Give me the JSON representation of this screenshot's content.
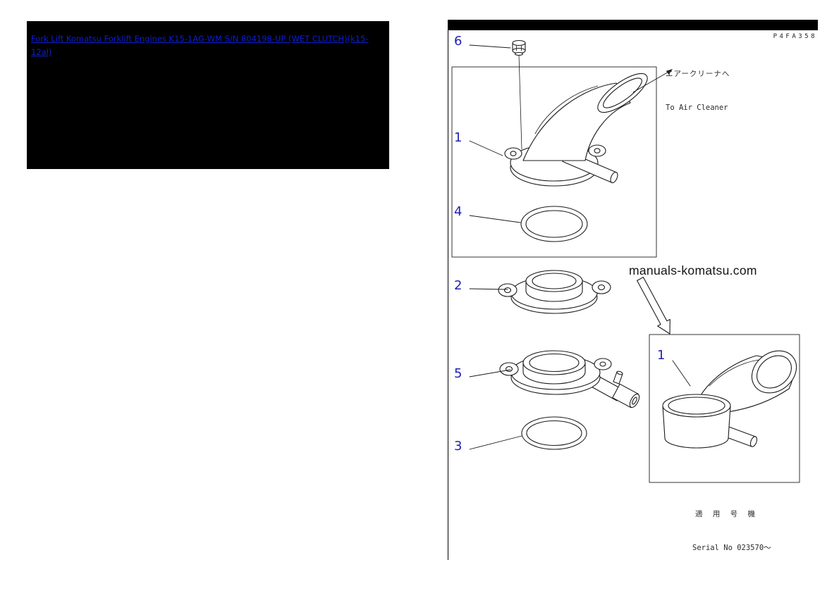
{
  "colors": {
    "link_blue": "#0f1ecf",
    "callout_blue": "#1f1fb4",
    "line_black": "#1a1a1a"
  },
  "header": {
    "title_link": "Fork Lift Komatsu Forklift Engines K15-1AG-WM S/N 804198-UP (WET CLUTCH)(k15-12al)"
  },
  "diagram": {
    "page_code": "P4FA358",
    "air_cleaner_jp": "エアークリーナへ",
    "air_cleaner_en": "To Air Cleaner",
    "watermark": "manuals-komatsu.com",
    "serial_jp": "適 用 号 機",
    "serial_en": "Serial No 023570〜",
    "callouts": [
      {
        "id": "callout-6",
        "number": "6"
      },
      {
        "id": "callout-1",
        "number": "1"
      },
      {
        "id": "callout-4",
        "number": "4"
      },
      {
        "id": "callout-2",
        "number": "2"
      },
      {
        "id": "callout-5",
        "number": "5"
      },
      {
        "id": "callout-3",
        "number": "3"
      },
      {
        "id": "callout-1-inset",
        "number": "1"
      }
    ]
  }
}
